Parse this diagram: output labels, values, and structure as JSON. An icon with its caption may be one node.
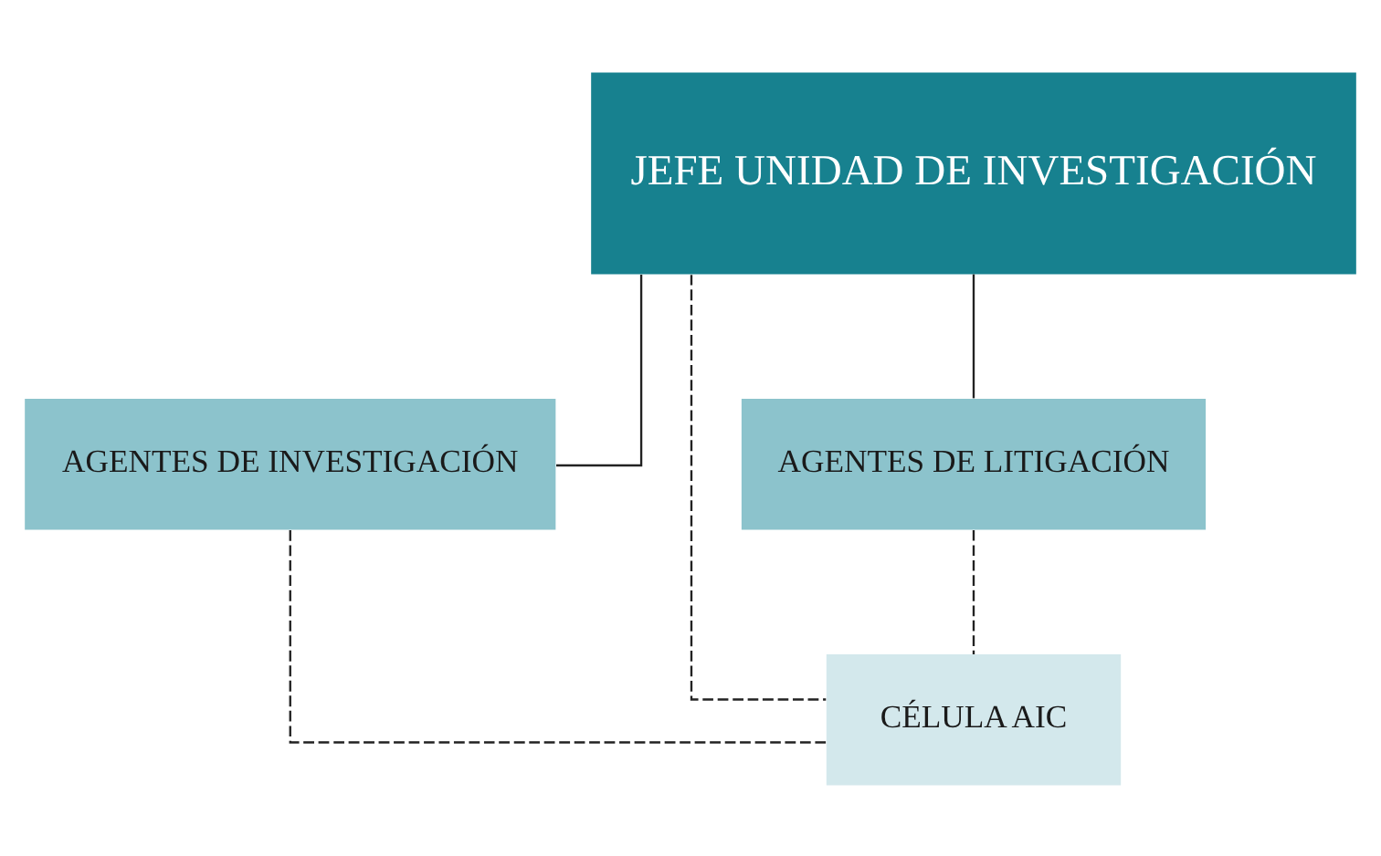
{
  "diagram": {
    "nodes": [
      {
        "text": [
          "JEFE UNIDAD DE INVESTIGACIÓN"
        ]
      },
      {
        "text": [
          "AGENTES DE INVESTIGACIÓN"
        ]
      },
      {
        "text": [
          "AGENTES DE LITIGACIÓN"
        ]
      },
      {
        "text": [
          "CÉLULA AIC"
        ]
      }
    ],
    "edges": [
      {
        "from": 0,
        "to": 1,
        "arrow": "none"
      },
      {
        "from": 0,
        "to": 2,
        "arrow": "none"
      },
      {
        "from": 0,
        "to": 3,
        "arrow": "none",
        "style": "dashed"
      },
      {
        "from": 1,
        "to": 3,
        "arrow": "none",
        "style": "dashed"
      },
      {
        "from": 2,
        "to": 3,
        "arrow": "none",
        "style": "dashed"
      }
    ]
  }
}
